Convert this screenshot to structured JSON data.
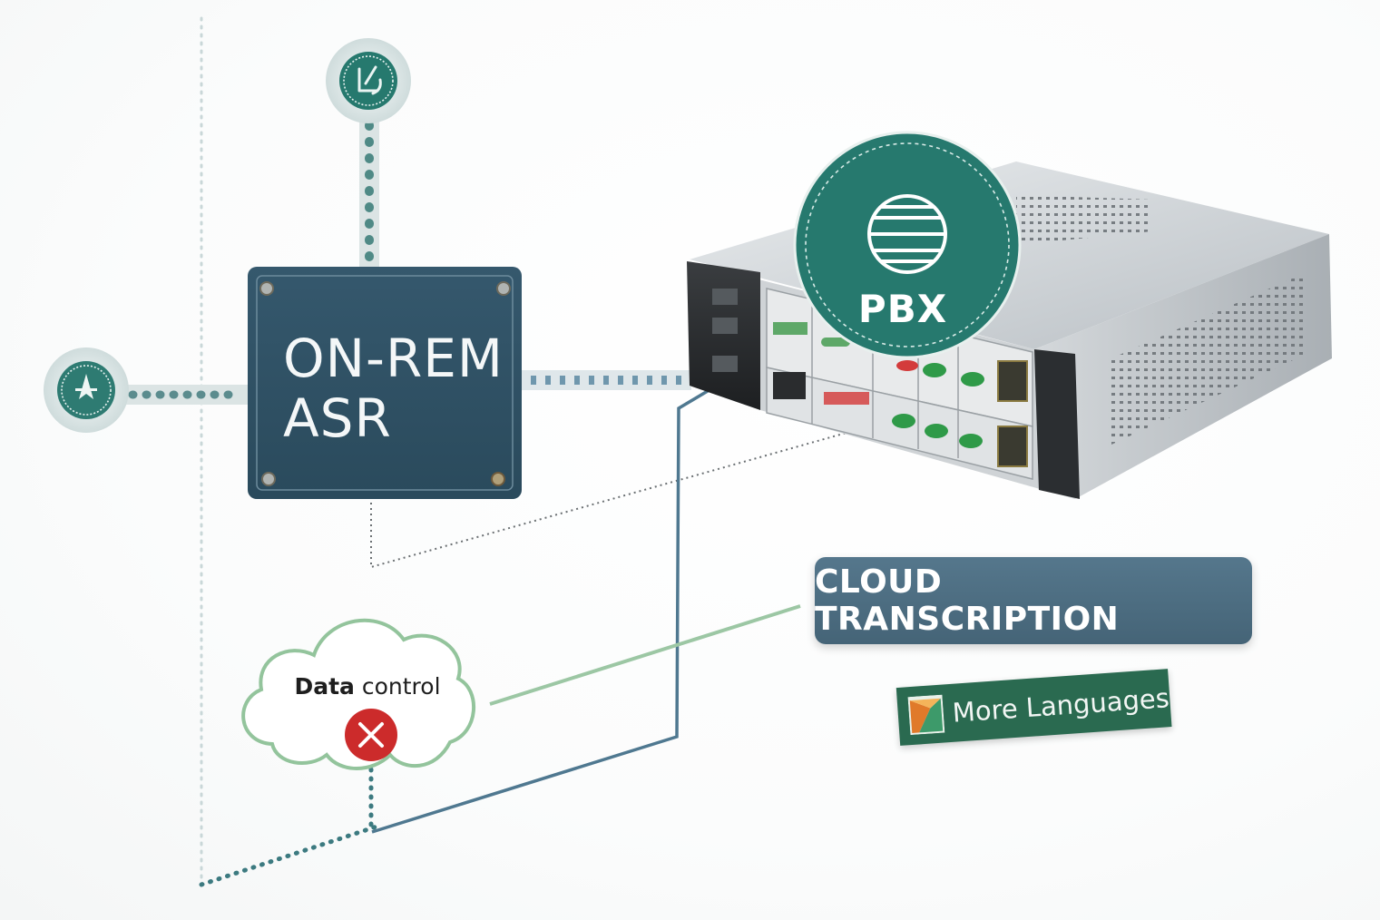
{
  "asr_box": {
    "line1": "ON-REM",
    "line2": "ASR"
  },
  "pbx": {
    "label": "PBX"
  },
  "cloud_transcription": {
    "label": "CLOUD TRANSCRIPTION"
  },
  "more_languages": {
    "label": "More Languages"
  },
  "data_control": {
    "bold": "Data",
    "rest": " control"
  },
  "icons": {
    "top_node": "tap-gesture-icon",
    "left_node": "compass-icon",
    "pbx_badge": "globe-icon",
    "cloud_block": "close-icon",
    "languages": "flag-icon"
  },
  "colors": {
    "teal": "#1f7a6f",
    "navy": "#2f566b",
    "slate_blue": "#4d6f84",
    "green": "#2a6a50",
    "cloud_green": "#8fbf98",
    "block_red": "#cc2b2b",
    "connector_gray": "#b7c6c8"
  }
}
